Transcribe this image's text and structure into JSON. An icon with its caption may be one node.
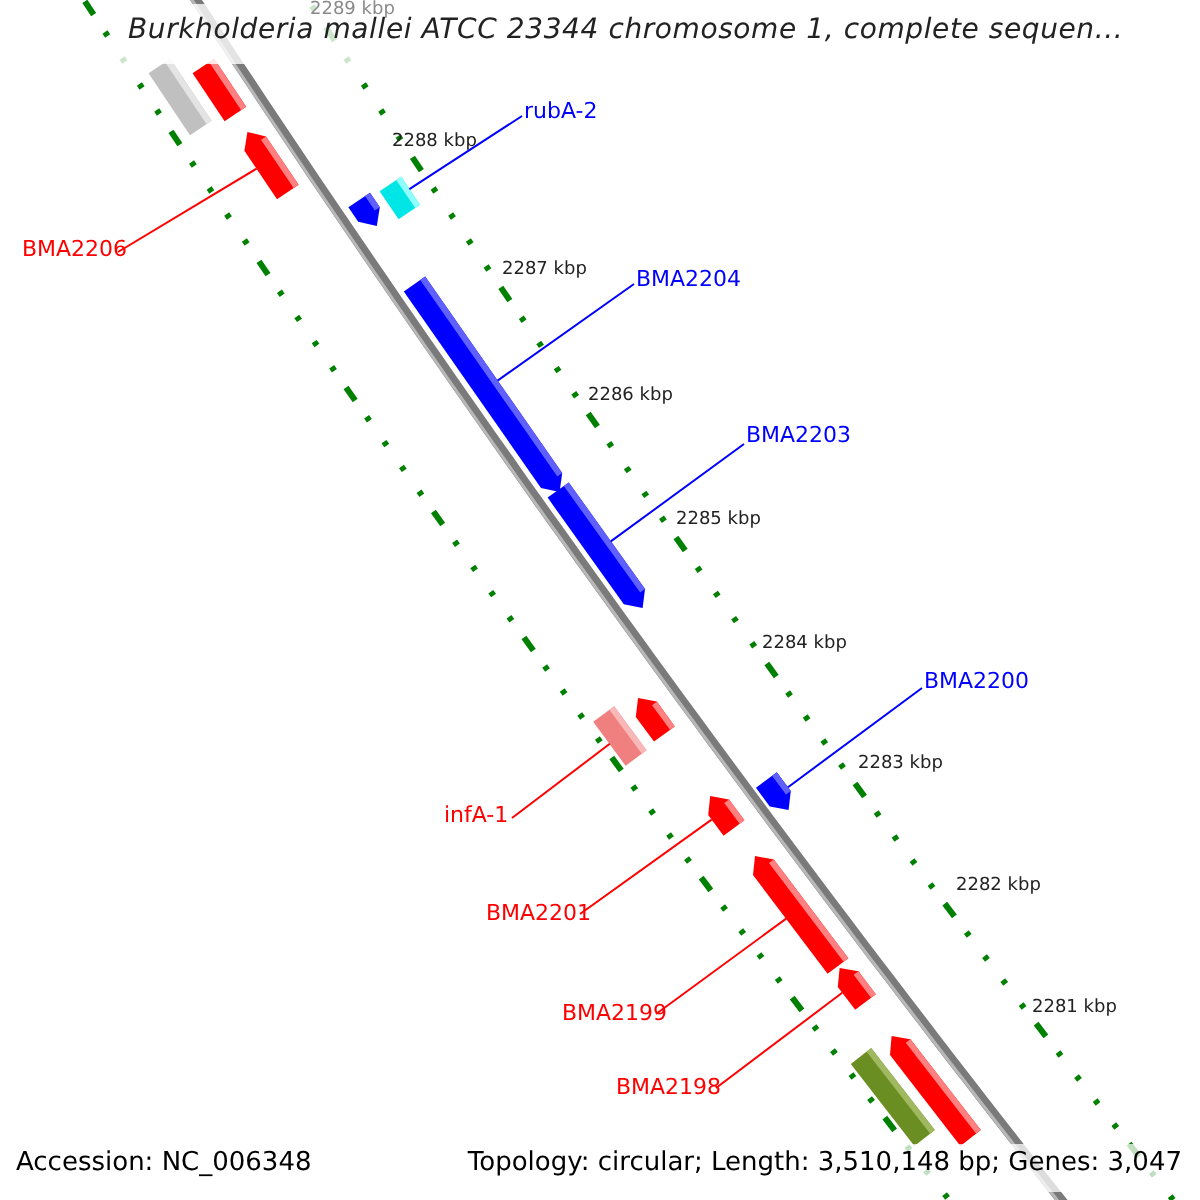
{
  "diagram": {
    "title": "Burkholderia mallei ATCC 23344 chromosome 1, complete sequen...",
    "nodes": [
      {
        "text": [
          "rubA-2"
        ]
      },
      {
        "text": [
          "BMA2206"
        ]
      },
      {
        "text": [
          "BMA2204"
        ]
      },
      {
        "text": [
          "BMA2203"
        ]
      },
      {
        "text": [
          "BMA2200"
        ]
      },
      {
        "text": [
          "infA-1"
        ]
      },
      {
        "text": [
          "BMA2201"
        ]
      },
      {
        "text": [
          "BMA2199"
        ]
      },
      {
        "text": [
          "BMA2198"
        ]
      },
      {
        "text": [],
        "shape": "bar"
      },
      {
        "text": [],
        "shape": "bar"
      },
      {
        "text": [],
        "shape": "bar"
      },
      {
        "text": [],
        "shape": "bar"
      },
      {
        "text": [],
        "shape": "bar"
      },
      {
        "text": [],
        "shape": "bar"
      },
      {
        "text": [],
        "shape": "bar"
      },
      {
        "text": [],
        "shape": "bar"
      },
      {
        "text": [],
        "shape": "bar"
      },
      {
        "text": [],
        "shape": "bar"
      },
      {
        "text": [],
        "shape": "bar"
      },
      {
        "text": [],
        "shape": "bar"
      },
      {
        "text": [],
        "shape": "bar"
      },
      {
        "text": [],
        "shape": "bar"
      },
      {
        "text": [],
        "shape": "bar"
      }
    ],
    "edges": [
      {
        "from": 0,
        "to": 12,
        "arrow": "none",
        "color": "#0000ff"
      },
      {
        "from": 1,
        "to": 11,
        "arrow": "none"
      },
      {
        "from": 2,
        "to": 14,
        "arrow": "none",
        "color": "#0000ff"
      },
      {
        "from": 3,
        "to": 15,
        "arrow": "none",
        "color": "#0000ff"
      },
      {
        "from": 4,
        "to": 18,
        "arrow": "none",
        "color": "#0000ff"
      },
      {
        "from": 5,
        "to": 17,
        "arrow": "none"
      },
      {
        "from": 6,
        "to": 19,
        "arrow": "none"
      },
      {
        "from": 7,
        "to": 20,
        "arrow": "none"
      },
      {
        "from": 8,
        "to": 21,
        "arrow": "none"
      }
    ],
    "labels": [
      "2289 kbp",
      "2288 kbp",
      "2287 kbp",
      "2286 kbp",
      "2285 kbp",
      "2284 kbp",
      "2283 kbp",
      "2282 kbp",
      "2281 kbp",
      "Accession: NC_006348",
      "Topology: circular; Length: 3,510,148 bp; Genes: 3,047"
    ]
  }
}
